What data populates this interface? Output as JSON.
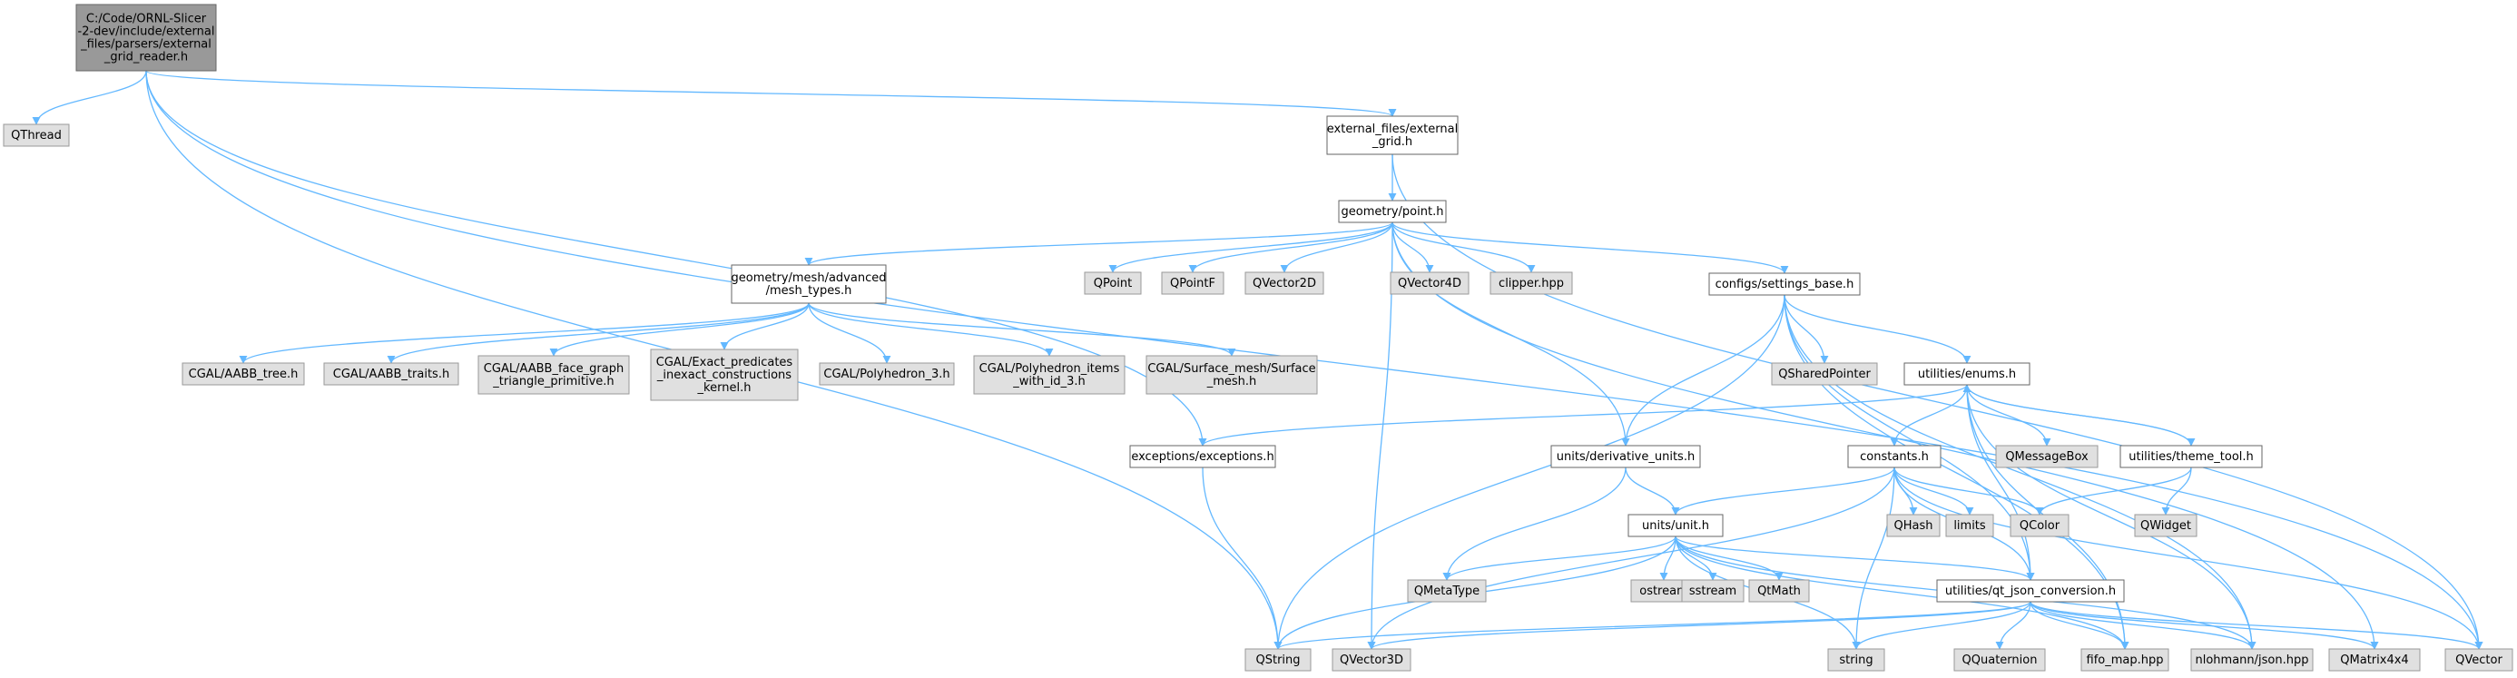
{
  "colors": {
    "edge": "#63b8ff",
    "root_fill": "#999999",
    "root_stroke": "#666666",
    "file_fill": "#ffffff",
    "file_stroke": "#666666",
    "external_fill": "#e0e0e0",
    "external_stroke": "#999999"
  },
  "nodes": [
    {
      "id": "root",
      "kind": "root",
      "lines": [
        "C:/Code/ORNL-Slicer",
        "-2-dev/include/external",
        "_files/parsers/external",
        "_grid_reader.h"
      ]
    },
    {
      "id": "qthread",
      "kind": "external",
      "lines": [
        "QThread"
      ]
    },
    {
      "id": "external_grid",
      "kind": "file",
      "lines": [
        "external_files/external",
        "_grid.h"
      ]
    },
    {
      "id": "point",
      "kind": "file",
      "lines": [
        "geometry/point.h"
      ]
    },
    {
      "id": "mesh_types",
      "kind": "file",
      "lines": [
        "geometry/mesh/advanced",
        "/mesh_types.h"
      ]
    },
    {
      "id": "qpoint",
      "kind": "external",
      "lines": [
        "QPoint"
      ]
    },
    {
      "id": "qpointf",
      "kind": "external",
      "lines": [
        "QPointF"
      ]
    },
    {
      "id": "qvector2d",
      "kind": "external",
      "lines": [
        "QVector2D"
      ]
    },
    {
      "id": "qvector4d",
      "kind": "external",
      "lines": [
        "QVector4D"
      ]
    },
    {
      "id": "clipper",
      "kind": "external",
      "lines": [
        "clipper.hpp"
      ]
    },
    {
      "id": "settings_base",
      "kind": "file",
      "lines": [
        "configs/settings_base.h"
      ]
    },
    {
      "id": "aabb_tree",
      "kind": "external",
      "lines": [
        "CGAL/AABB_tree.h"
      ]
    },
    {
      "id": "aabb_traits",
      "kind": "external",
      "lines": [
        "CGAL/AABB_traits.h"
      ]
    },
    {
      "id": "aabb_face",
      "kind": "external",
      "lines": [
        "CGAL/AABB_face_graph",
        "_triangle_primitive.h"
      ]
    },
    {
      "id": "exact_pred",
      "kind": "external",
      "lines": [
        "CGAL/Exact_predicates",
        "_inexact_constructions",
        "_kernel.h"
      ]
    },
    {
      "id": "polyhedron3",
      "kind": "external",
      "lines": [
        "CGAL/Polyhedron_3.h"
      ]
    },
    {
      "id": "polyhedron_items",
      "kind": "external",
      "lines": [
        "CGAL/Polyhedron_items",
        "_with_id_3.h"
      ]
    },
    {
      "id": "surface_mesh",
      "kind": "external",
      "lines": [
        "CGAL/Surface_mesh/Surface",
        "_mesh.h"
      ]
    },
    {
      "id": "qsharedpointer",
      "kind": "external",
      "lines": [
        "QSharedPointer"
      ]
    },
    {
      "id": "enums",
      "kind": "file",
      "lines": [
        "utilities/enums.h"
      ]
    },
    {
      "id": "exceptions",
      "kind": "file",
      "lines": [
        "exceptions/exceptions.h"
      ]
    },
    {
      "id": "derivative_units",
      "kind": "file",
      "lines": [
        "units/derivative_units.h"
      ]
    },
    {
      "id": "constants",
      "kind": "file",
      "lines": [
        "constants.h"
      ]
    },
    {
      "id": "qmessagebox",
      "kind": "external",
      "lines": [
        "QMessageBox"
      ]
    },
    {
      "id": "theme_tool",
      "kind": "file",
      "lines": [
        "utilities/theme_tool.h"
      ]
    },
    {
      "id": "qhash",
      "kind": "external",
      "lines": [
        "QHash"
      ]
    },
    {
      "id": "limits",
      "kind": "external",
      "lines": [
        "limits"
      ]
    },
    {
      "id": "qcolor",
      "kind": "external",
      "lines": [
        "QColor"
      ]
    },
    {
      "id": "qwidget",
      "kind": "external",
      "lines": [
        "QWidget"
      ]
    },
    {
      "id": "unit",
      "kind": "file",
      "lines": [
        "units/unit.h"
      ]
    },
    {
      "id": "qmetatype",
      "kind": "external",
      "lines": [
        "QMetaType"
      ]
    },
    {
      "id": "ostream",
      "kind": "external",
      "lines": [
        "ostream"
      ]
    },
    {
      "id": "sstream",
      "kind": "external",
      "lines": [
        "sstream"
      ]
    },
    {
      "id": "qtmath",
      "kind": "external",
      "lines": [
        "QtMath"
      ]
    },
    {
      "id": "qt_json",
      "kind": "file",
      "lines": [
        "utilities/qt_json_conversion.h"
      ]
    },
    {
      "id": "qstring",
      "kind": "external",
      "lines": [
        "QString"
      ]
    },
    {
      "id": "qvector3d",
      "kind": "external",
      "lines": [
        "QVector3D"
      ]
    },
    {
      "id": "string",
      "kind": "external",
      "lines": [
        "string"
      ]
    },
    {
      "id": "qquaternion",
      "kind": "external",
      "lines": [
        "QQuaternion"
      ]
    },
    {
      "id": "fifo_map",
      "kind": "external",
      "lines": [
        "fifo_map.hpp"
      ]
    },
    {
      "id": "nlohmann_json",
      "kind": "external",
      "lines": [
        "nlohmann/json.hpp"
      ]
    },
    {
      "id": "qmatrix4x4",
      "kind": "external",
      "lines": [
        "QMatrix4x4"
      ]
    },
    {
      "id": "qvector",
      "kind": "external",
      "lines": [
        "QVector"
      ]
    }
  ],
  "edges": [
    [
      "root",
      "qthread"
    ],
    [
      "root",
      "external_grid"
    ],
    [
      "root",
      "qvector"
    ],
    [
      "root",
      "exceptions"
    ],
    [
      "root",
      "qstring"
    ],
    [
      "external_grid",
      "point"
    ],
    [
      "external_grid",
      "qvector"
    ],
    [
      "point",
      "mesh_types"
    ],
    [
      "point",
      "qpoint"
    ],
    [
      "point",
      "qpointf"
    ],
    [
      "point",
      "qvector2d"
    ],
    [
      "point",
      "qvector3d"
    ],
    [
      "point",
      "qvector4d"
    ],
    [
      "point",
      "clipper"
    ],
    [
      "point",
      "settings_base"
    ],
    [
      "point",
      "derivative_units"
    ],
    [
      "point",
      "qmatrix4x4"
    ],
    [
      "mesh_types",
      "aabb_tree"
    ],
    [
      "mesh_types",
      "aabb_traits"
    ],
    [
      "mesh_types",
      "aabb_face"
    ],
    [
      "mesh_types",
      "exact_pred"
    ],
    [
      "mesh_types",
      "polyhedron3"
    ],
    [
      "mesh_types",
      "polyhedron_items"
    ],
    [
      "mesh_types",
      "surface_mesh"
    ],
    [
      "settings_base",
      "qsharedpointer"
    ],
    [
      "settings_base",
      "enums"
    ],
    [
      "settings_base",
      "derivative_units"
    ],
    [
      "settings_base",
      "qstring"
    ],
    [
      "settings_base",
      "qt_json"
    ],
    [
      "settings_base",
      "fifo_map"
    ],
    [
      "settings_base",
      "nlohmann_json"
    ],
    [
      "enums",
      "exceptions"
    ],
    [
      "enums",
      "constants"
    ],
    [
      "enums",
      "qmessagebox"
    ],
    [
      "enums",
      "theme_tool"
    ],
    [
      "enums",
      "fifo_map"
    ],
    [
      "enums",
      "nlohmann_json"
    ],
    [
      "enums",
      "qt_json"
    ],
    [
      "theme_tool",
      "enums"
    ],
    [
      "theme_tool",
      "qcolor"
    ],
    [
      "theme_tool",
      "qwidget"
    ],
    [
      "exceptions",
      "qstring"
    ],
    [
      "derivative_units",
      "unit"
    ],
    [
      "derivative_units",
      "qmetatype"
    ],
    [
      "constants",
      "unit"
    ],
    [
      "constants",
      "qhash"
    ],
    [
      "constants",
      "limits"
    ],
    [
      "constants",
      "qcolor"
    ],
    [
      "constants",
      "string"
    ],
    [
      "constants",
      "qvector"
    ],
    [
      "constants",
      "qvector3d"
    ],
    [
      "constants",
      "qt_json"
    ],
    [
      "unit",
      "qmetatype"
    ],
    [
      "unit",
      "ostream"
    ],
    [
      "unit",
      "sstream"
    ],
    [
      "unit",
      "qtmath"
    ],
    [
      "unit",
      "qt_json"
    ],
    [
      "unit",
      "qstring"
    ],
    [
      "unit",
      "string"
    ],
    [
      "unit",
      "fifo_map"
    ],
    [
      "unit",
      "nlohmann_json"
    ],
    [
      "qt_json",
      "qstring"
    ],
    [
      "qt_json",
      "qvector3d"
    ],
    [
      "qt_json",
      "string"
    ],
    [
      "qt_json",
      "qquaternion"
    ],
    [
      "qt_json",
      "fifo_map"
    ],
    [
      "qt_json",
      "nlohmann_json"
    ],
    [
      "qt_json",
      "qmatrix4x4"
    ],
    [
      "qt_json",
      "qvector"
    ]
  ]
}
